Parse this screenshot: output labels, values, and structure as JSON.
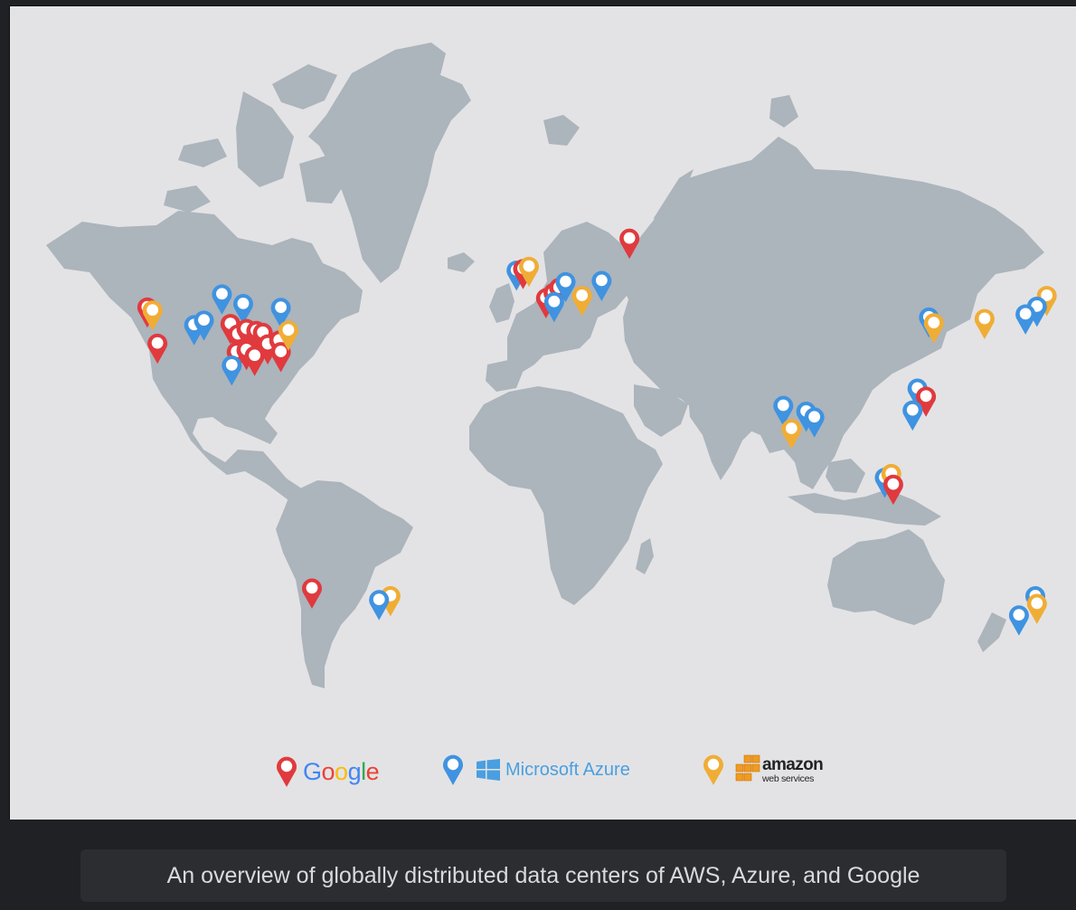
{
  "caption": "An overview of globally distributed data centers of AWS, Azure, and Google",
  "legend": {
    "google": {
      "label": "Google",
      "letters": [
        "G",
        "o",
        "o",
        "g",
        "l",
        "e"
      ],
      "pin_color": "#e03a3e"
    },
    "azure": {
      "label": "Microsoft Azure",
      "pin_color": "#3f93e0"
    },
    "aws": {
      "label": "amazon",
      "sublabel": "web services",
      "pin_color": "#f0ad36"
    }
  },
  "colors": {
    "google": "#e03a3e",
    "azure": "#3f93e0",
    "aws": "#f0ad36",
    "land": "#acb4bc",
    "ocean": "#e3e3e5"
  },
  "markers": [
    {
      "provider": "google",
      "lon": -121.3,
      "lat": 45.6
    },
    {
      "provider": "aws",
      "lon": -119.7,
      "lat": 44.8
    },
    {
      "provider": "google",
      "lon": -118.2,
      "lat": 36.2
    },
    {
      "provider": "azure",
      "lon": -107.0,
      "lat": 41.0
    },
    {
      "provider": "azure",
      "lon": -104.0,
      "lat": 42.2
    },
    {
      "provider": "azure",
      "lon": -98.5,
      "lat": 49.0
    },
    {
      "provider": "azure",
      "lon": -92.0,
      "lat": 46.5
    },
    {
      "provider": "google",
      "lon": -95.9,
      "lat": 41.3
    },
    {
      "provider": "google",
      "lon": -93.6,
      "lat": 38.6
    },
    {
      "provider": "google",
      "lon": -91.0,
      "lat": 40.0
    },
    {
      "provider": "google",
      "lon": -88.0,
      "lat": 39.5
    },
    {
      "provider": "google",
      "lon": -86.0,
      "lat": 39.0
    },
    {
      "provider": "google",
      "lon": -84.5,
      "lat": 36.0
    },
    {
      "provider": "google",
      "lon": -94.0,
      "lat": 34.0
    },
    {
      "provider": "google",
      "lon": -91.0,
      "lat": 34.5
    },
    {
      "provider": "google",
      "lon": -88.5,
      "lat": 33.0
    },
    {
      "provider": "google",
      "lon": -81.0,
      "lat": 37.0
    },
    {
      "provider": "google",
      "lon": -80.5,
      "lat": 34.0
    },
    {
      "provider": "azure",
      "lon": -95.5,
      "lat": 30.5
    },
    {
      "provider": "azure",
      "lon": -80.5,
      "lat": 45.5
    },
    {
      "provider": "aws",
      "lon": -78.2,
      "lat": 39.6
    },
    {
      "provider": "azure",
      "lon": -8.5,
      "lat": 55.2
    },
    {
      "provider": "google",
      "lon": -6.5,
      "lat": 55.6
    },
    {
      "provider": "aws",
      "lon": -4.7,
      "lat": 56.2
    },
    {
      "provider": "google",
      "lon": 0.5,
      "lat": 48.0
    },
    {
      "provider": "google",
      "lon": 2.8,
      "lat": 49.4
    },
    {
      "provider": "google",
      "lon": 4.5,
      "lat": 50.7
    },
    {
      "provider": "azure",
      "lon": 6.5,
      "lat": 52.2
    },
    {
      "provider": "azure",
      "lon": 3.0,
      "lat": 47.0
    },
    {
      "provider": "aws",
      "lon": 11.5,
      "lat": 48.6
    },
    {
      "provider": "azure",
      "lon": 17.5,
      "lat": 52.5
    },
    {
      "provider": "google",
      "lon": 26.0,
      "lat": 63.5
    },
    {
      "provider": "azure",
      "lon": 73.0,
      "lat": 20.0
    },
    {
      "provider": "aws",
      "lon": 75.5,
      "lat": 14.0
    },
    {
      "provider": "azure",
      "lon": 80.0,
      "lat": 18.5
    },
    {
      "provider": "azure",
      "lon": 82.5,
      "lat": 17.0
    },
    {
      "provider": "azure",
      "lon": 104.0,
      "lat": 1.3
    },
    {
      "provider": "aws",
      "lon": 106.0,
      "lat": 2.3
    },
    {
      "provider": "google",
      "lon": 106.6,
      "lat": -0.5
    },
    {
      "provider": "azure",
      "lon": 114.0,
      "lat": 24.5
    },
    {
      "provider": "google",
      "lon": 116.6,
      "lat": 22.4
    },
    {
      "provider": "azure",
      "lon": 112.5,
      "lat": 18.8
    },
    {
      "provider": "azure",
      "lon": 117.5,
      "lat": 43.0
    },
    {
      "provider": "aws",
      "lon": 119.0,
      "lat": 41.5
    },
    {
      "provider": "aws",
      "lon": 134.5,
      "lat": 42.6
    },
    {
      "provider": "aws",
      "lon": 153.5,
      "lat": 48.6
    },
    {
      "provider": "azure",
      "lon": 150.5,
      "lat": 45.8
    },
    {
      "provider": "azure",
      "lon": 147.0,
      "lat": 43.8
    },
    {
      "provider": "azure",
      "lon": 150.0,
      "lat": -29.5
    },
    {
      "provider": "aws",
      "lon": 150.5,
      "lat": -31.5
    },
    {
      "provider": "azure",
      "lon": 145.0,
      "lat": -34.5
    },
    {
      "provider": "google",
      "lon": -71.0,
      "lat": -27.5
    },
    {
      "provider": "aws",
      "lon": -47.0,
      "lat": -29.5
    },
    {
      "provider": "azure",
      "lon": -50.5,
      "lat": -30.5
    }
  ]
}
